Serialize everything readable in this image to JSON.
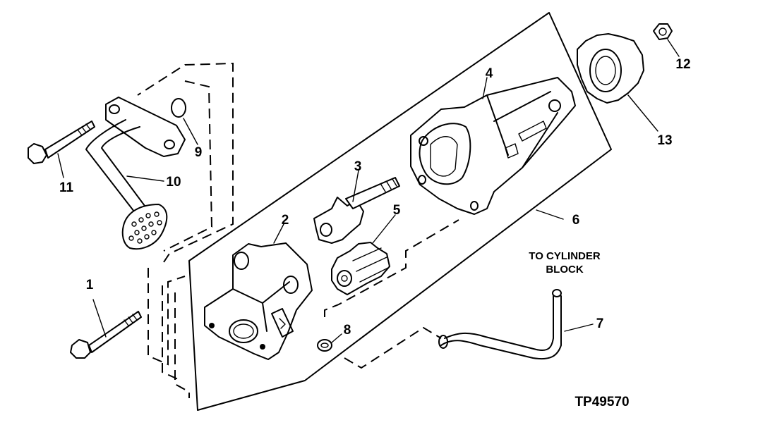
{
  "diagram": {
    "callouts": [
      {
        "id": "c1",
        "text": "1"
      },
      {
        "id": "c2",
        "text": "2"
      },
      {
        "id": "c3",
        "text": "3"
      },
      {
        "id": "c4",
        "text": "4"
      },
      {
        "id": "c5",
        "text": "5"
      },
      {
        "id": "c6",
        "text": "6"
      },
      {
        "id": "c7",
        "text": "7"
      },
      {
        "id": "c8",
        "text": "8"
      },
      {
        "id": "c9",
        "text": "9"
      },
      {
        "id": "c10",
        "text": "10"
      },
      {
        "id": "c11",
        "text": "11"
      },
      {
        "id": "c12",
        "text": "12"
      },
      {
        "id": "c13",
        "text": "13"
      }
    ],
    "note_line1": "TO CYLINDER",
    "note_line2": "BLOCK",
    "figure_id": "TP49570"
  }
}
